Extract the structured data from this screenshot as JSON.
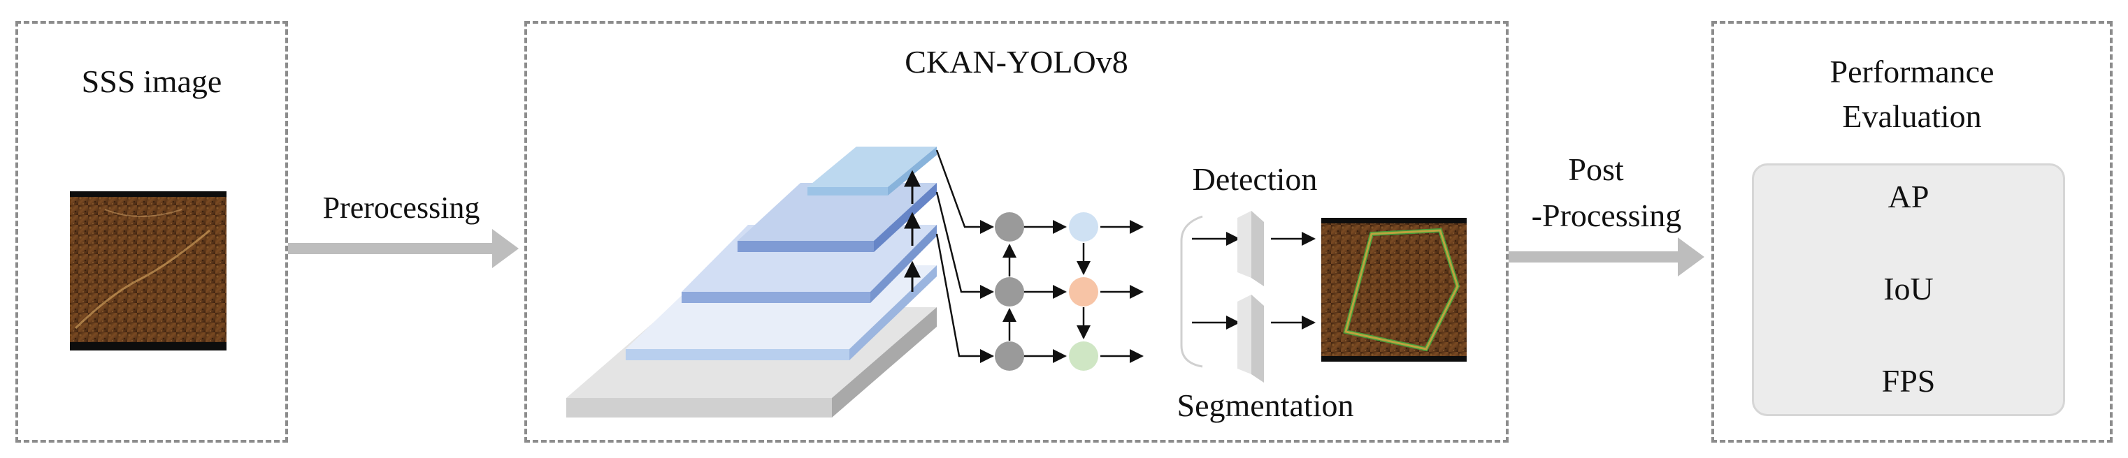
{
  "input": {
    "title": "SSS image"
  },
  "arrow_pre": {
    "label": "Prerocessing"
  },
  "model": {
    "title": "CKAN-YOLOv8",
    "head_top": "Detection",
    "head_bottom": "Segmentation"
  },
  "arrow_post": {
    "line1": "Post",
    "line2": "-Processing"
  },
  "evaluation": {
    "title_line1": "Performance",
    "title_line2": "Evaluation",
    "metrics": [
      "AP",
      "IoU",
      "FPS"
    ]
  },
  "colors": {
    "dash_border": "#8c8c8c",
    "arrow_gray": "#bdbdbd",
    "node_gray": "#9a9a9a",
    "node_blue": "#cfe1f3",
    "node_orange": "#f7c4a6",
    "node_green": "#cfe6c4",
    "layer_blue": "#b8cfee",
    "sonar_brown": "#5a3519",
    "mask_green": "#3fae3f"
  }
}
